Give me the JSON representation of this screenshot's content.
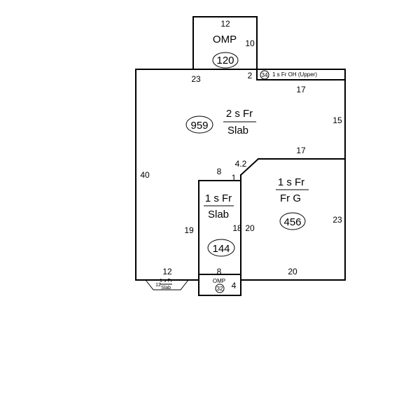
{
  "sections": {
    "omp_top": {
      "label": "OMP",
      "area": "120"
    },
    "main": {
      "label_top": "2 s Fr",
      "label_bottom": "Slab",
      "area": "959"
    },
    "overhang": {
      "label": "1 s Fr OH  (Upper)",
      "area": "34"
    },
    "garage": {
      "label_top": "1 s Fr",
      "label_bottom": "Fr G",
      "area": "456"
    },
    "wing": {
      "label_top": "1 s Fr",
      "label_bottom": "Slab",
      "area": "144"
    },
    "omp_bottom": {
      "label": "OMP",
      "area": "32"
    },
    "small_slab": {
      "label_top": "1 s Fr",
      "label_bottom": "Slab",
      "dim": "12"
    }
  },
  "dimensions": {
    "omp_top_width": "12",
    "omp_top_height": "10",
    "main_top": "23",
    "step_2": "2",
    "overhang_length": "17",
    "right_upper": "15",
    "garage_top": "17",
    "chamfer": "4.2",
    "step_1": "1",
    "wing_top": "8",
    "left_side": "40",
    "wing_left": "19",
    "wing_inner": "18",
    "garage_left": "20",
    "garage_right": "23",
    "bottom_left": "12",
    "wing_bottom": "8",
    "garage_bottom": "20",
    "omp_bottom_depth": "4"
  }
}
